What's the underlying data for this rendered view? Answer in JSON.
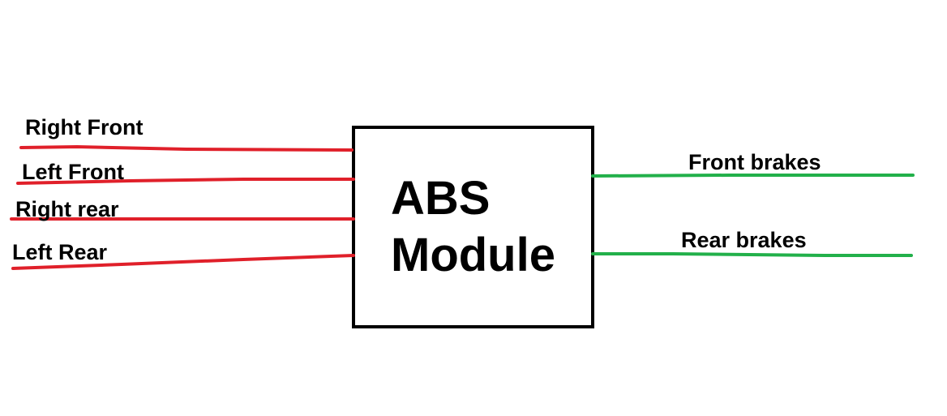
{
  "module": {
    "line1": "ABS",
    "line2": "Module"
  },
  "inputs": [
    {
      "label": "Right Front"
    },
    {
      "label": "Left Front"
    },
    {
      "label": "Right rear"
    },
    {
      "label": "Left Rear"
    }
  ],
  "outputs": [
    {
      "label": "Front brakes"
    },
    {
      "label": "Rear brakes"
    }
  ],
  "colors": {
    "input_line": "#e0202a",
    "output_line": "#22b04a",
    "box_stroke": "#000000"
  }
}
